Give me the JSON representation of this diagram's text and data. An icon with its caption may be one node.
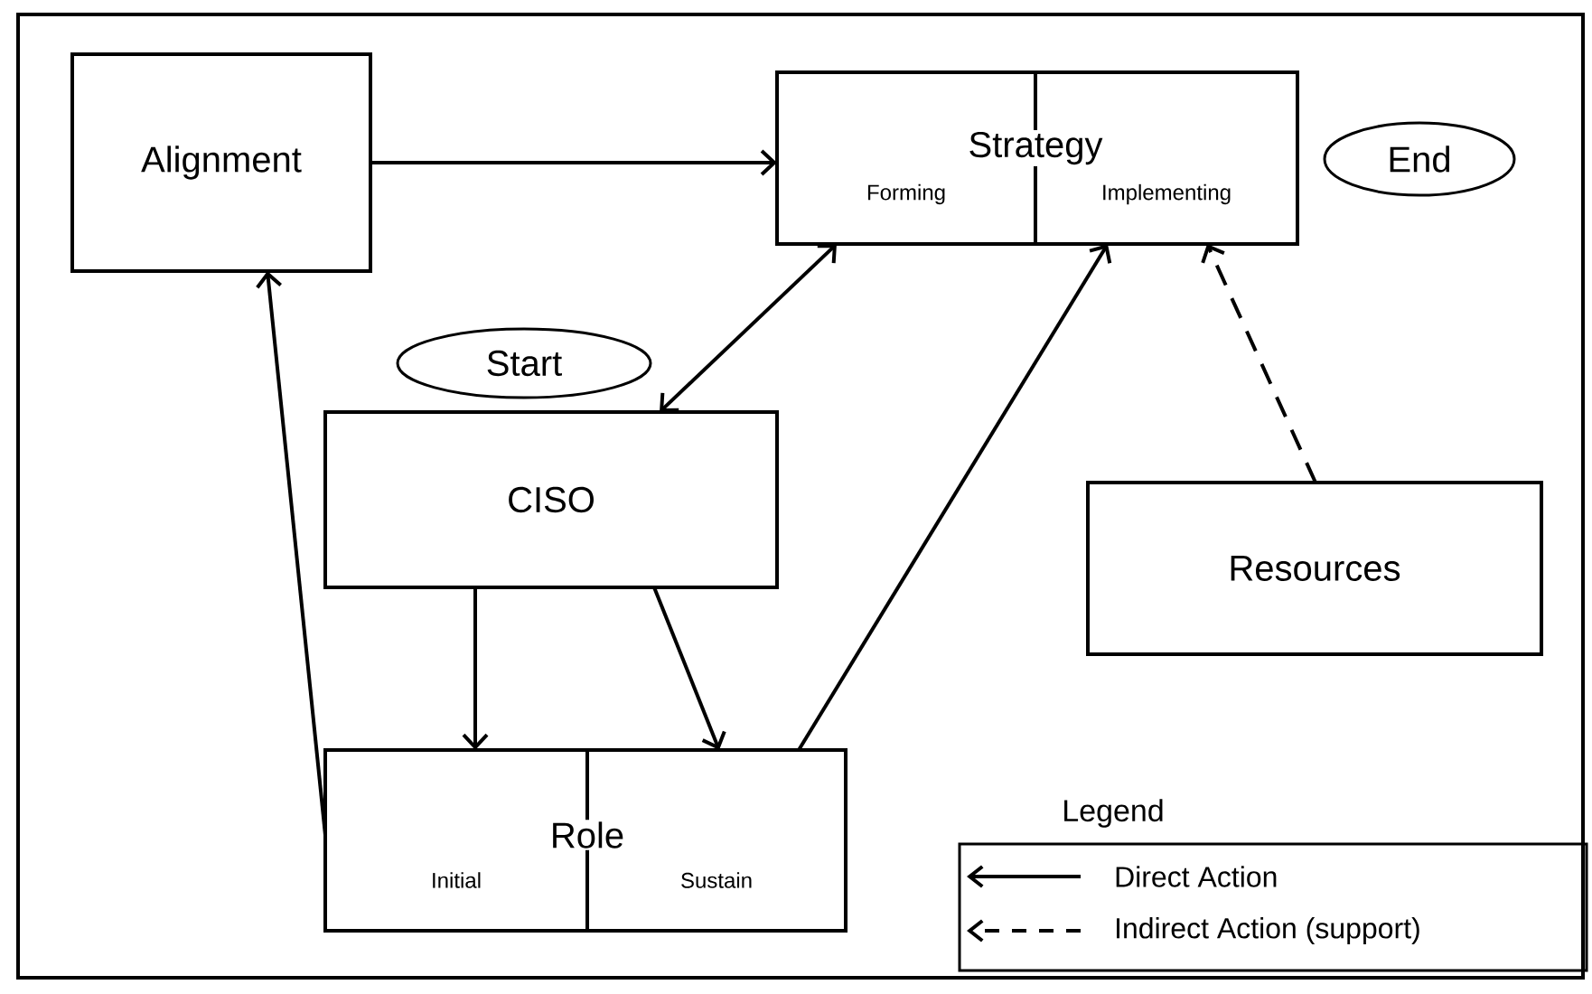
{
  "diagram": {
    "nodes": [
      {
        "text": [
          "Alignment"
        ]
      },
      {
        "text": [
          "Strategy"
        ]
      },
      {
        "text": [
          "Forming"
        ],
        "in": 1
      },
      {
        "text": [
          "Implementing"
        ],
        "in": 1
      },
      {
        "text": [
          "End"
        ]
      },
      {
        "text": [
          "Start"
        ]
      },
      {
        "text": [
          "CISO"
        ]
      },
      {
        "text": [
          "Resources"
        ]
      },
      {
        "text": [
          "Role"
        ]
      },
      {
        "text": [
          "Initial"
        ],
        "in": 8
      },
      {
        "text": [
          "Sustain"
        ],
        "in": 8
      }
    ],
    "edges": [
      {
        "from": 0,
        "to": 1,
        "arrow": "to"
      },
      {
        "from": 2,
        "to": 6,
        "arrow": "both"
      },
      {
        "from": 6,
        "to": 9,
        "arrow": "to"
      },
      {
        "from": 6,
        "to": 10,
        "arrow": "to"
      },
      {
        "from": 10,
        "to": 3,
        "arrow": "to"
      },
      {
        "from": 7,
        "to": 3,
        "arrow": "to",
        "style": "dashed"
      },
      {
        "from": 8,
        "to": 0,
        "arrow": "to"
      }
    ],
    "labels": [
      "Legend"
    ],
    "legend": [
      {
        "text": "Direct Action"
      },
      {
        "text": "Indirect Action (support)"
      }
    ]
  }
}
